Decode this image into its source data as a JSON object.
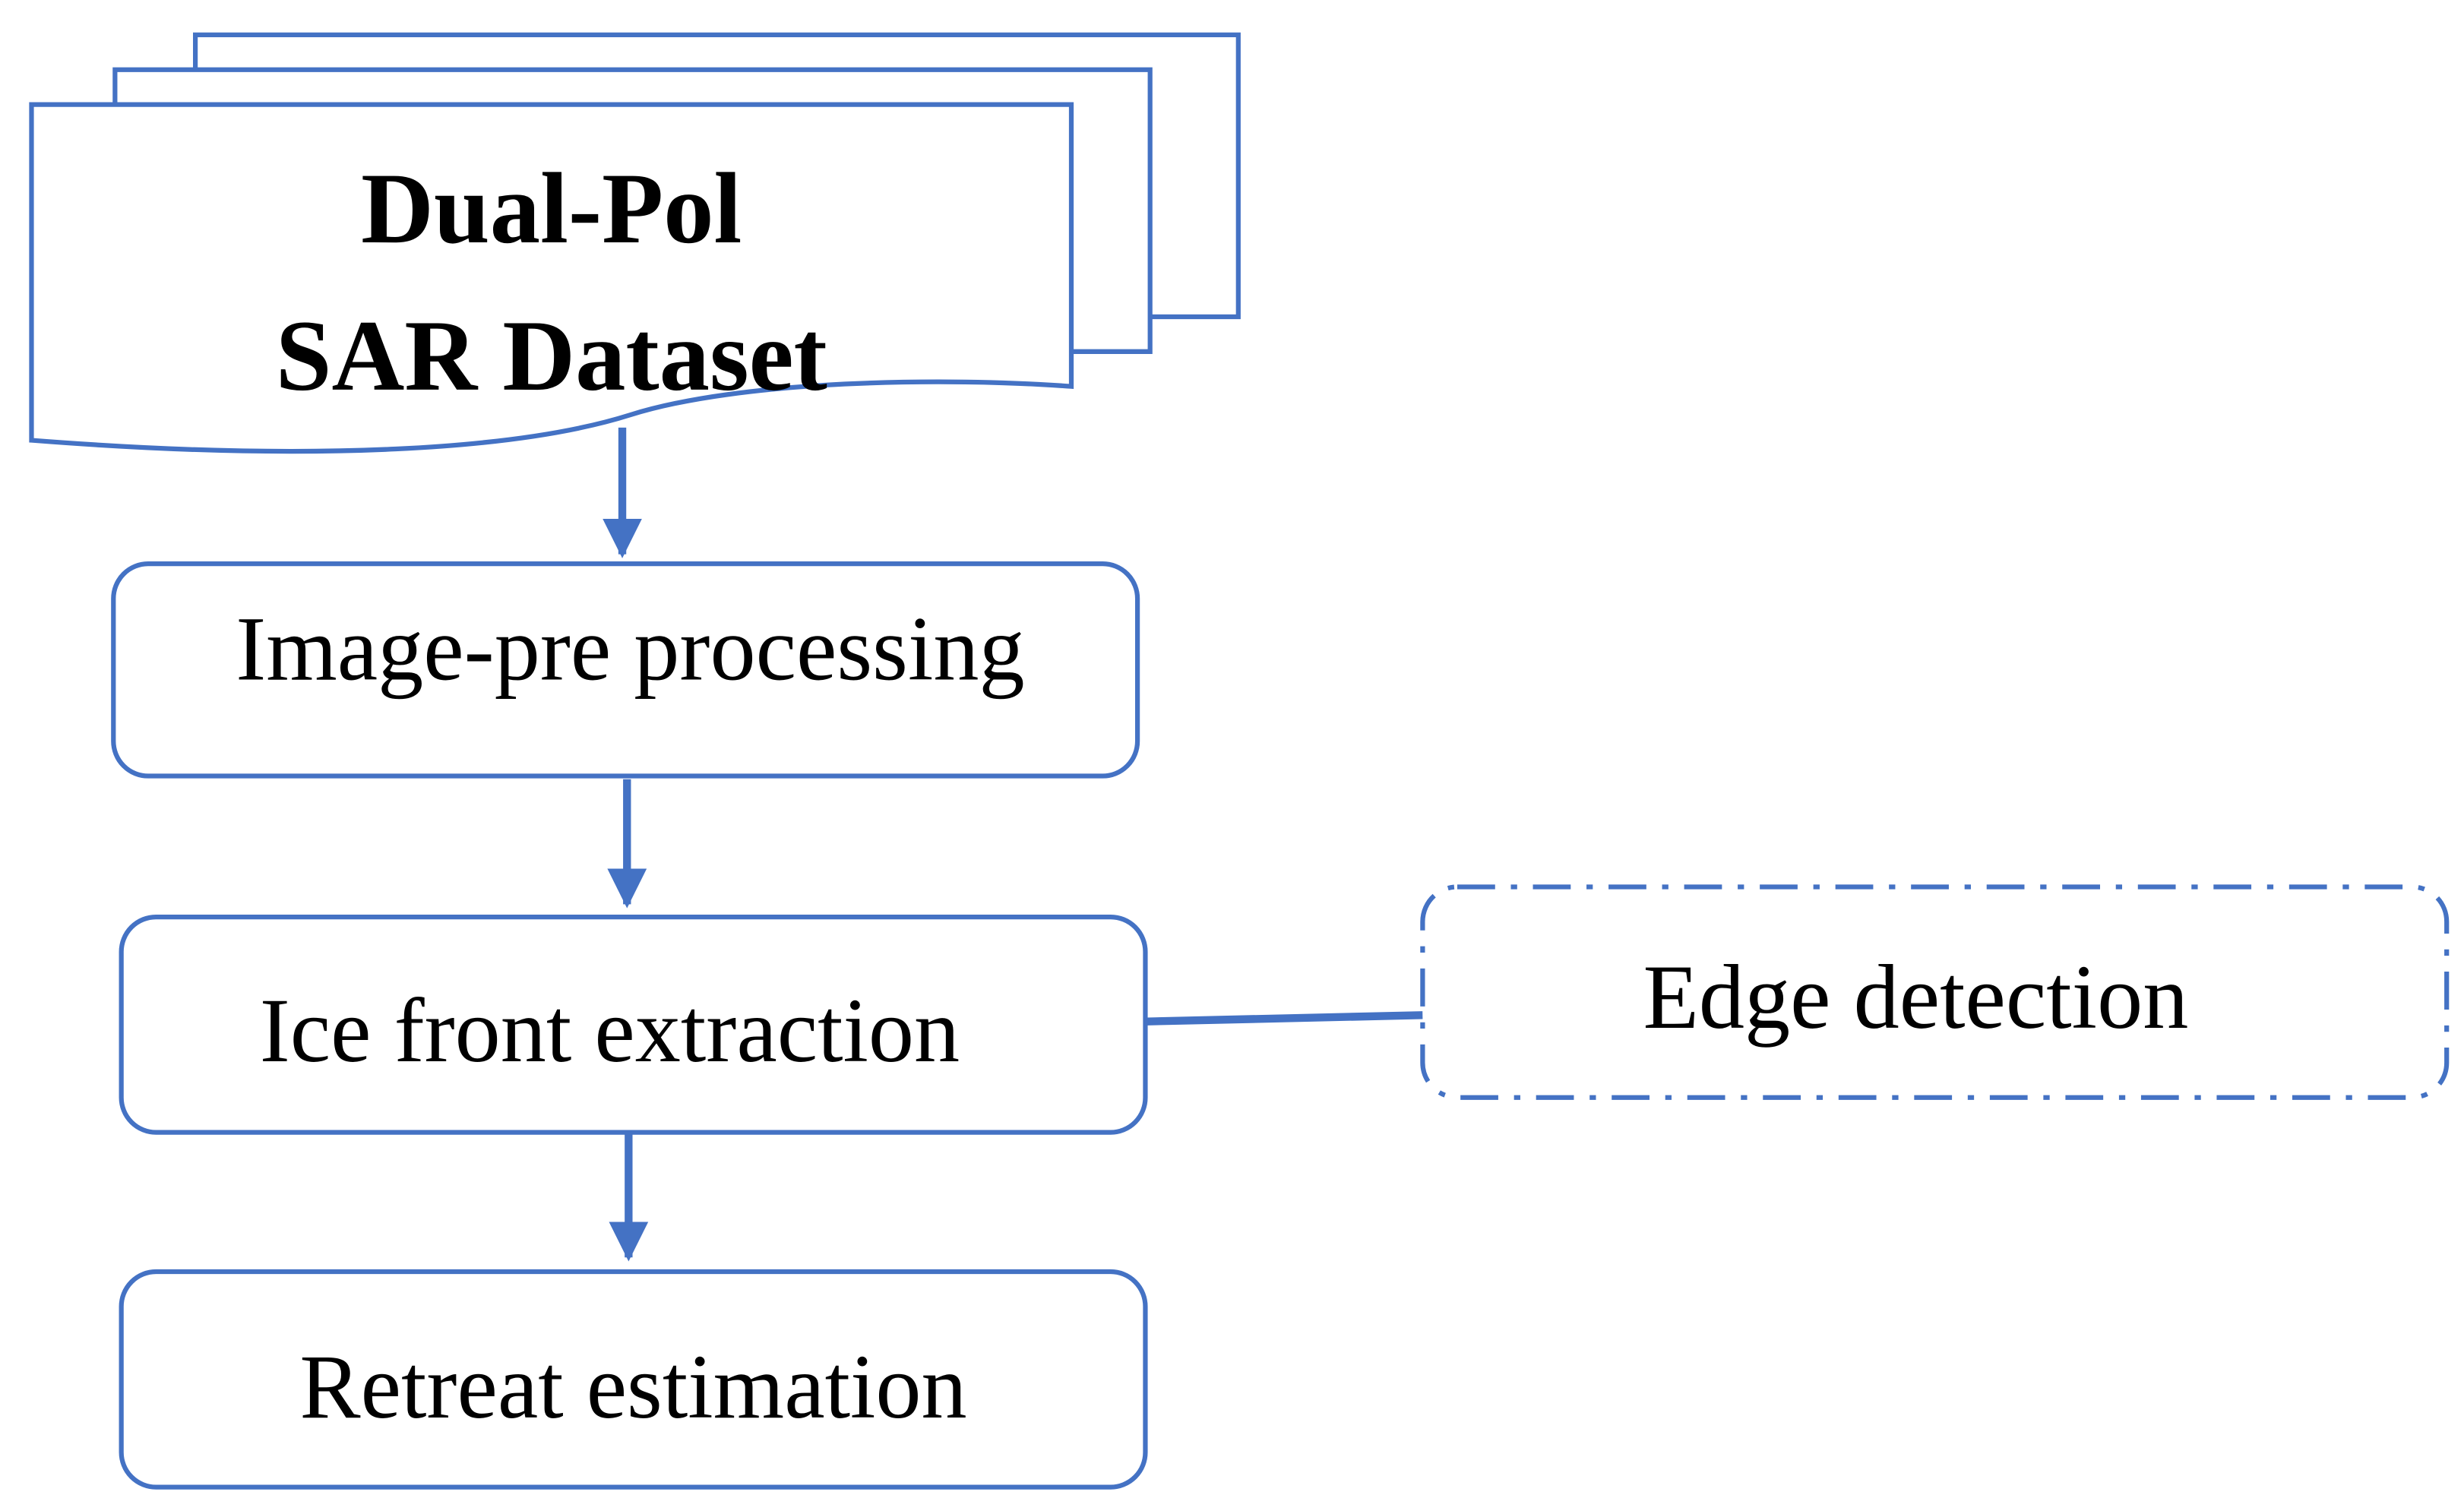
{
  "diagram": {
    "colors": {
      "stroke": "#4472C4",
      "text": "#000000",
      "background": "#FFFFFF"
    },
    "dataset": {
      "line1": "Dual-Pol",
      "line2": "SAR Dataset"
    },
    "steps": [
      {
        "label": "Image-pre processing"
      },
      {
        "label": "Ice front extraction"
      },
      {
        "label": "Retreat estimation"
      }
    ],
    "side_node": {
      "label": "Edge detection"
    }
  }
}
